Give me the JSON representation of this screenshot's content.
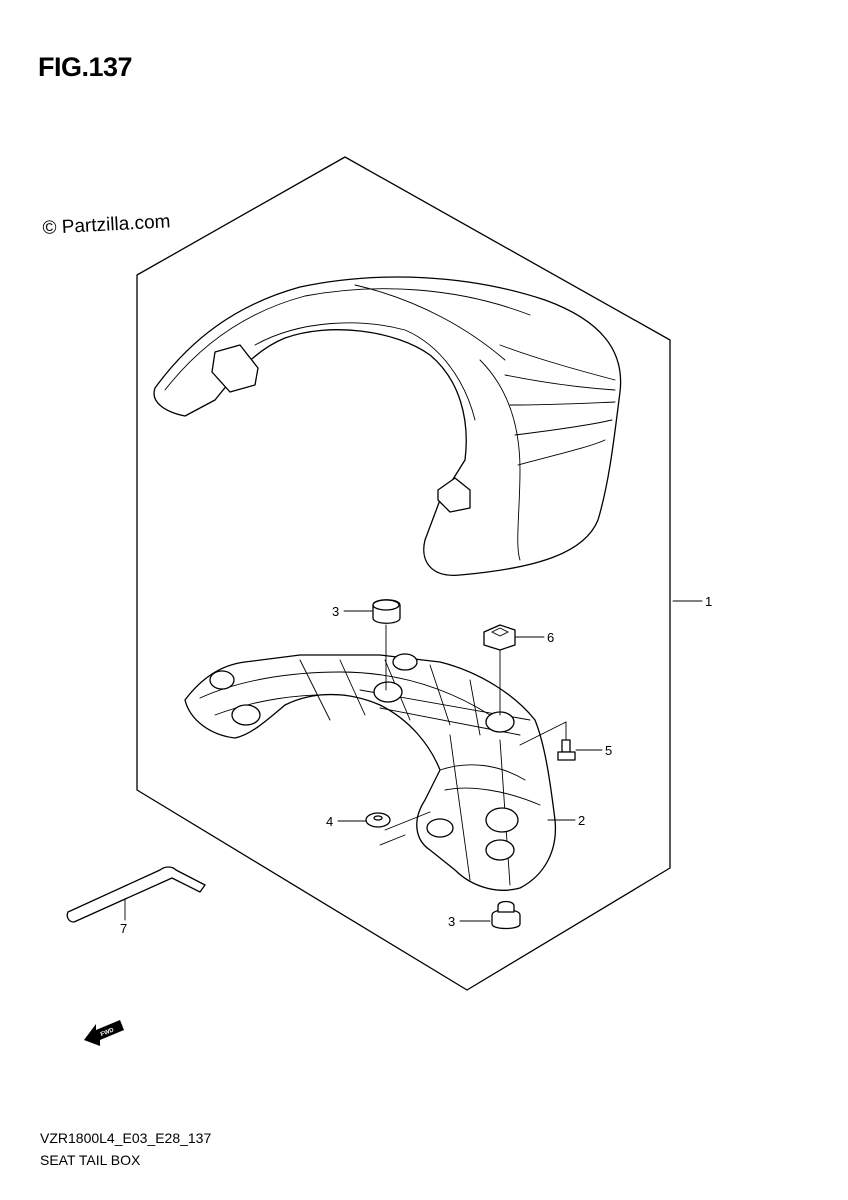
{
  "figure": {
    "title": "FIG.137",
    "watermark": "© Partzilla.com"
  },
  "callouts": [
    {
      "label": "1"
    },
    {
      "label": "2"
    },
    {
      "label": "3"
    },
    {
      "label": "3"
    },
    {
      "label": "4"
    },
    {
      "label": "5"
    },
    {
      "label": "6"
    },
    {
      "label": "7"
    }
  ],
  "fwd_arrow": {
    "label": "FWD"
  },
  "footer": {
    "code": "VZR1800L4_E03_E28_137",
    "subtitle": "SEAT TAIL BOX"
  }
}
